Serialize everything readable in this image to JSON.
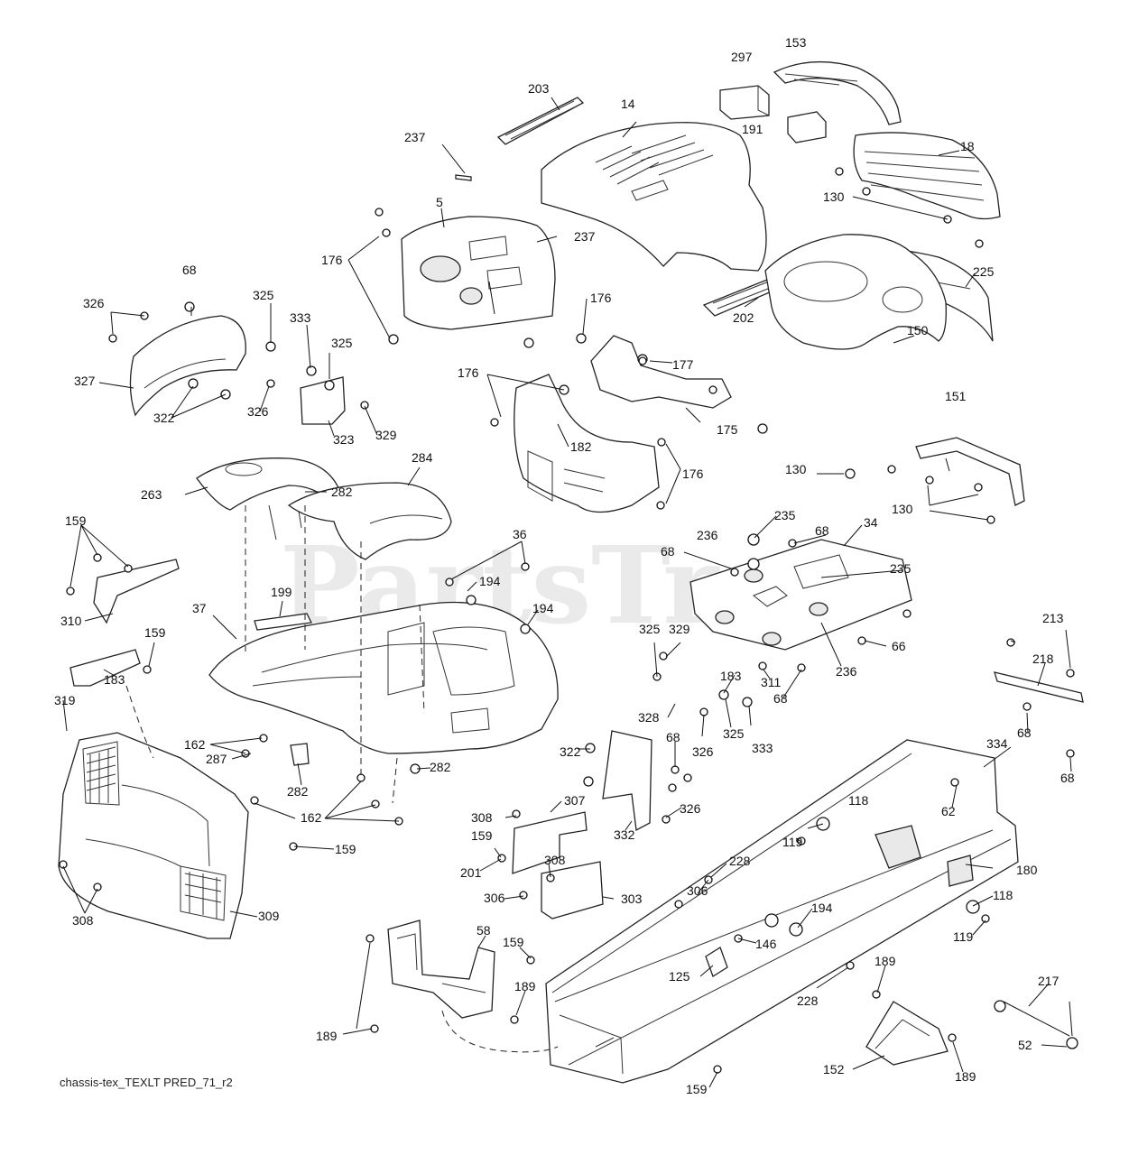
{
  "watermark": "PartsTree",
  "diagram_code": "chassis-tex_TEXLT PRED_71_r2",
  "callouts": [
    "153",
    "297",
    "203",
    "14",
    "191",
    "18",
    "237",
    "130",
    "5",
    "237",
    "225",
    "176",
    "176",
    "68",
    "325",
    "326",
    "333",
    "325",
    "202",
    "150",
    "327",
    "322",
    "326",
    "323",
    "329",
    "176",
    "177",
    "182",
    "175",
    "176",
    "130",
    "151",
    "130",
    "263",
    "282",
    "284",
    "235",
    "68",
    "34",
    "159",
    "36",
    "236",
    "68",
    "235",
    "199",
    "194",
    "194",
    "310",
    "37",
    "325",
    "329",
    "66",
    "213",
    "218",
    "159",
    "183",
    "236",
    "311",
    "68",
    "183",
    "319",
    "162",
    "328",
    "325",
    "333",
    "68",
    "334",
    "326",
    "287",
    "322",
    "68",
    "68",
    "282",
    "282",
    "162",
    "307",
    "326",
    "62",
    "308",
    "118",
    "119",
    "159",
    "332",
    "159",
    "308",
    "228",
    "180",
    "201",
    "306",
    "303",
    "306",
    "194",
    "118",
    "308",
    "309",
    "146",
    "119",
    "58",
    "159",
    "125",
    "228",
    "189",
    "189",
    "217",
    "189",
    "152",
    "52",
    "189",
    "159"
  ],
  "colors": {
    "line": "#222222",
    "watermark": "#d9d9d9",
    "background": "#ffffff"
  }
}
